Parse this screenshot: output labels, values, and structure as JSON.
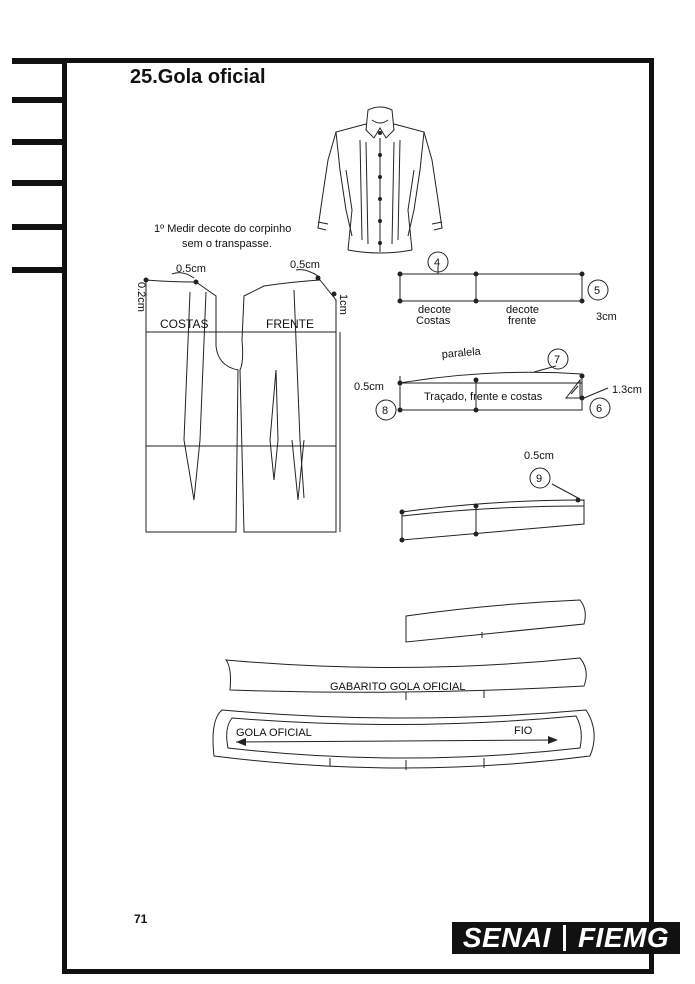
{
  "page": {
    "title": "25.Gola oficial",
    "page_number": "71",
    "logo": {
      "left": "SENAI",
      "right": "FIEMG"
    }
  },
  "bodice": {
    "instruction_line1": "1º Medir decote do corpinho",
    "instruction_line2": "sem o transpasse.",
    "back_neck_width": "0.5cm",
    "back_neck_drop": "0.2cm",
    "front_neck_width": "0.5cm",
    "front_shoulder": "1cm",
    "back_label": "COSTAS",
    "front_label": "FRENTE"
  },
  "step_rectangle": {
    "step_top": "4",
    "step_right": "5",
    "back_label_line1": "decote",
    "back_label_line2": "Costas",
    "front_label_line1": "decote",
    "front_label_line2": "frente",
    "height": "3cm"
  },
  "step_trace": {
    "parallel_label": "paralela",
    "step_top": "7",
    "left_offset": "0.5cm",
    "step_left": "8",
    "center_label": "Traçado, frente e costas",
    "right_offset": "1.3cm",
    "step_right": "6"
  },
  "step_curve": {
    "offset": "0.5cm",
    "step": "9"
  },
  "templates": {
    "gabarito_label": "GABARITO GOLA OFICIAL",
    "collar_label": "GOLA OFICIAL",
    "grain_label": "FIO"
  }
}
